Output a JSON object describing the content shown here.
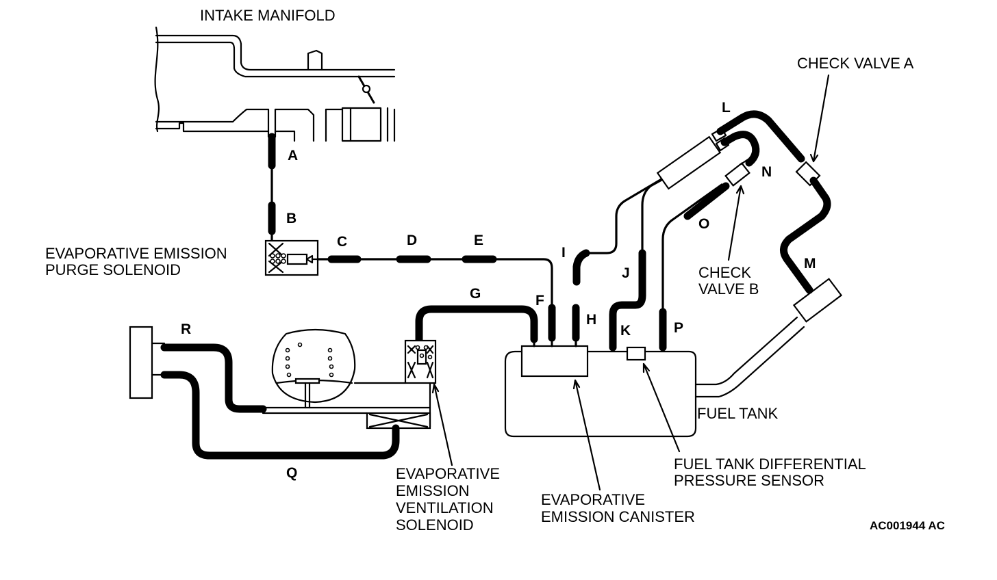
{
  "labels": {
    "intake_manifold": "INTAKE MANIFOLD",
    "purge_solenoid_1": "EVAPORATIVE EMISSION",
    "purge_solenoid_2": "PURGE SOLENOID",
    "check_valve_a": "CHECK VALVE A",
    "check_valve_b_1": "CHECK",
    "check_valve_b_2": "VALVE B",
    "fuel_tank": "FUEL TANK",
    "pressure_sensor_1": "FUEL TANK DIFFERENTIAL",
    "pressure_sensor_2": "PRESSURE SENSOR",
    "canister_1": "EVAPORATIVE",
    "canister_2": "EMISSION CANISTER",
    "ventilation_1": "EVAPORATIVE",
    "ventilation_2": "EMISSION",
    "ventilation_3": "VENTILATION",
    "ventilation_4": "SOLENOID",
    "figure_code": "AC001944 AC"
  },
  "hose_letters": {
    "a": "A",
    "b": "B",
    "c": "C",
    "d": "D",
    "e": "E",
    "f": "F",
    "g": "G",
    "h": "H",
    "i": "I",
    "j": "J",
    "k": "K",
    "l": "L",
    "m": "M",
    "n": "N",
    "o": "O",
    "p": "P",
    "q": "Q",
    "r": "R"
  },
  "colors": {
    "ink": "#000000",
    "paper": "#ffffff"
  }
}
